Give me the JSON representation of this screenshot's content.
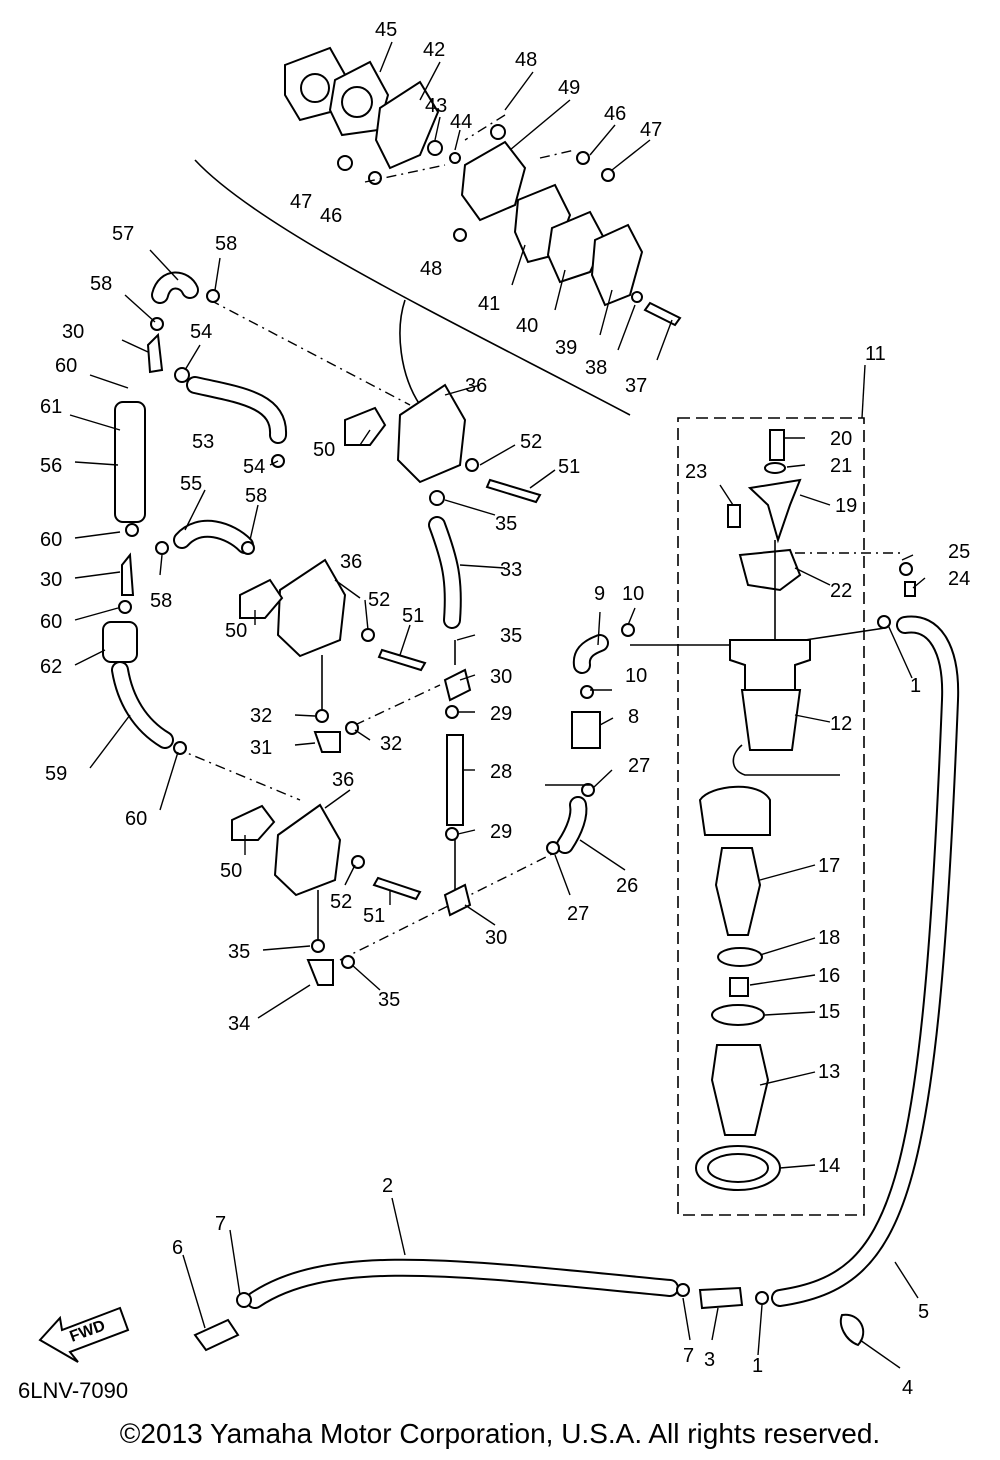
{
  "diagram": {
    "code": "6LNV-7090",
    "copyright": "©2013 Yamaha Motor Corporation, U.S.A. All rights reserved.",
    "fwd": "FWD",
    "labels": [
      "45",
      "42",
      "48",
      "49",
      "43",
      "44",
      "46",
      "47",
      "47",
      "46",
      "48",
      "41",
      "40",
      "39",
      "38",
      "37",
      "57",
      "58",
      "58",
      "30",
      "54",
      "60",
      "53",
      "36",
      "50",
      "52",
      "51",
      "54",
      "35",
      "61",
      "56",
      "55",
      "58",
      "60",
      "30",
      "58",
      "60",
      "36",
      "50",
      "52",
      "51",
      "33",
      "35",
      "9",
      "10",
      "11",
      "20",
      "21",
      "23",
      "19",
      "25",
      "24",
      "22",
      "12",
      "1",
      "10",
      "8",
      "62",
      "59",
      "32",
      "31",
      "32",
      "30",
      "29",
      "28",
      "27",
      "26",
      "36",
      "60",
      "50",
      "52",
      "51",
      "29",
      "27",
      "30",
      "35",
      "34",
      "35",
      "17",
      "18",
      "16",
      "15",
      "13",
      "14",
      "2",
      "7",
      "6",
      "7",
      "3",
      "1",
      "5",
      "4"
    ]
  }
}
